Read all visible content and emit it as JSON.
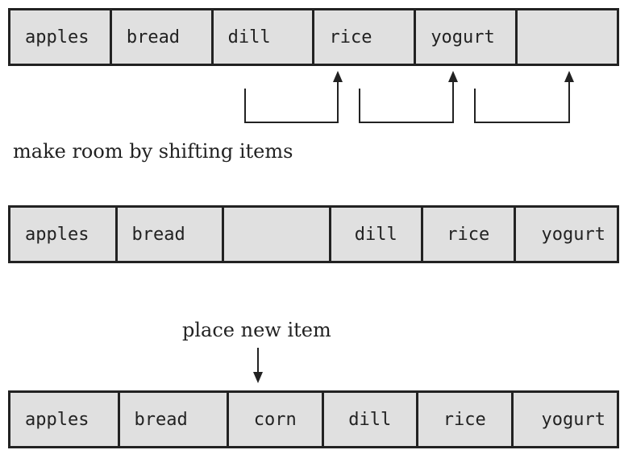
{
  "rows": [
    {
      "cells": [
        "apples",
        "bread",
        "dill",
        "rice",
        "yogurt",
        ""
      ]
    },
    {
      "cells": [
        "apples",
        "bread",
        "",
        "dill",
        "rice",
        "yogurt"
      ]
    },
    {
      "cells": [
        "apples",
        "bread",
        "corn",
        "dill",
        "rice",
        "yogurt"
      ]
    }
  ],
  "captions": {
    "shift": "make room by shifting items",
    "place": "place new item"
  },
  "colors": {
    "cell_fill": "#e0e0e0",
    "stroke": "#222222"
  }
}
